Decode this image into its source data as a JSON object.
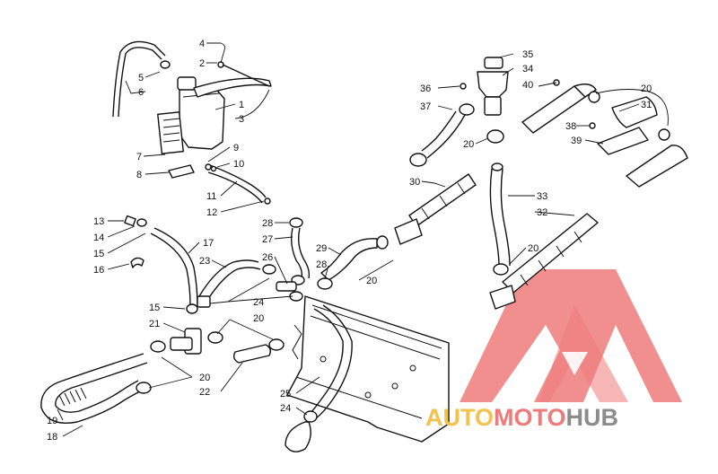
{
  "diagram": {
    "callouts": [
      {
        "id": "n4",
        "text": "4"
      },
      {
        "id": "n2",
        "text": "2"
      },
      {
        "id": "n5",
        "text": "5"
      },
      {
        "id": "n6",
        "text": "6"
      },
      {
        "id": "n1",
        "text": "1"
      },
      {
        "id": "n3",
        "text": "3"
      },
      {
        "id": "n7",
        "text": "7"
      },
      {
        "id": "n9",
        "text": "9"
      },
      {
        "id": "n10",
        "text": "10"
      },
      {
        "id": "n8",
        "text": "8"
      },
      {
        "id": "n11",
        "text": "11"
      },
      {
        "id": "n12",
        "text": "12"
      },
      {
        "id": "n13",
        "text": "13"
      },
      {
        "id": "n14",
        "text": "14"
      },
      {
        "id": "n15a",
        "text": "15"
      },
      {
        "id": "n16",
        "text": "16"
      },
      {
        "id": "n17",
        "text": "17"
      },
      {
        "id": "n23",
        "text": "23"
      },
      {
        "id": "n28a",
        "text": "28"
      },
      {
        "id": "n27",
        "text": "27"
      },
      {
        "id": "n26",
        "text": "26"
      },
      {
        "id": "n29",
        "text": "29"
      },
      {
        "id": "n28b",
        "text": "28"
      },
      {
        "id": "n20a",
        "text": "20"
      },
      {
        "id": "n24a",
        "text": "24"
      },
      {
        "id": "n15b",
        "text": "15"
      },
      {
        "id": "n21",
        "text": "21"
      },
      {
        "id": "n20b",
        "text": "20"
      },
      {
        "id": "n20c",
        "text": "20"
      },
      {
        "id": "n22",
        "text": "22"
      },
      {
        "id": "n19",
        "text": "19"
      },
      {
        "id": "n18",
        "text": "18"
      },
      {
        "id": "n25",
        "text": "25"
      },
      {
        "id": "n24b",
        "text": "24"
      },
      {
        "id": "n30",
        "text": "30"
      },
      {
        "id": "n35",
        "text": "35"
      },
      {
        "id": "n34",
        "text": "34"
      },
      {
        "id": "n36",
        "text": "36"
      },
      {
        "id": "n40",
        "text": "40"
      },
      {
        "id": "n37",
        "text": "37"
      },
      {
        "id": "n20d",
        "text": "20"
      },
      {
        "id": "n20e",
        "text": "20"
      },
      {
        "id": "n31",
        "text": "31"
      },
      {
        "id": "n38",
        "text": "38"
      },
      {
        "id": "n39",
        "text": "39"
      },
      {
        "id": "n33",
        "text": "33"
      },
      {
        "id": "n32",
        "text": "32"
      },
      {
        "id": "n20f",
        "text": "20"
      }
    ]
  },
  "watermark": {
    "part1": "AUTO",
    "part2": "MOTO",
    "part3": "HUB",
    "color_primary": "#ef7a7a",
    "color_secondary": "#f2c14e",
    "color_tertiary": "#8c8c8c"
  }
}
